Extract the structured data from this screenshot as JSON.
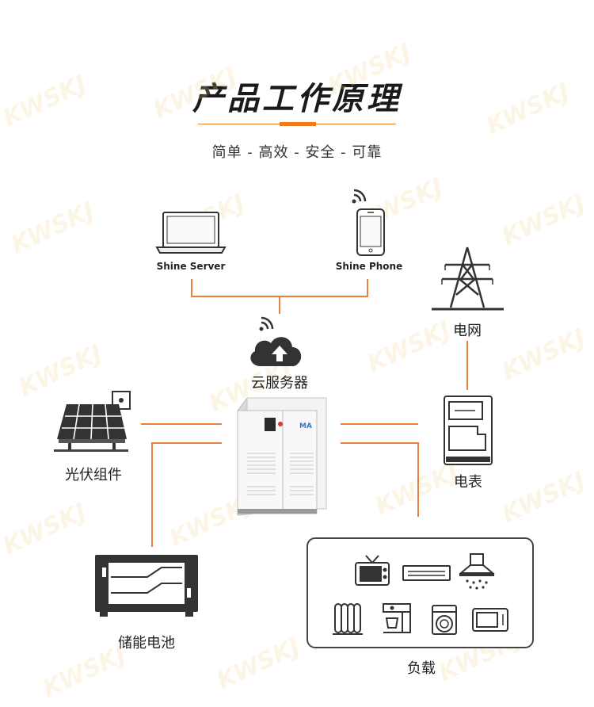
{
  "title": "产品工作原理",
  "subtitle": "简单 - 高效 - 安全 - 可靠",
  "nodes": {
    "shine_server": "Shine Server",
    "shine_phone": "Shine Phone",
    "cloud": "云服务器",
    "grid": "电网",
    "meter": "电表",
    "pv": "光伏组件",
    "battery": "储能电池",
    "load": "负载"
  },
  "watermark": "KWSKJ",
  "colors": {
    "accent": "#f07a1c",
    "line": "#e8823a",
    "dark": "#333333"
  }
}
